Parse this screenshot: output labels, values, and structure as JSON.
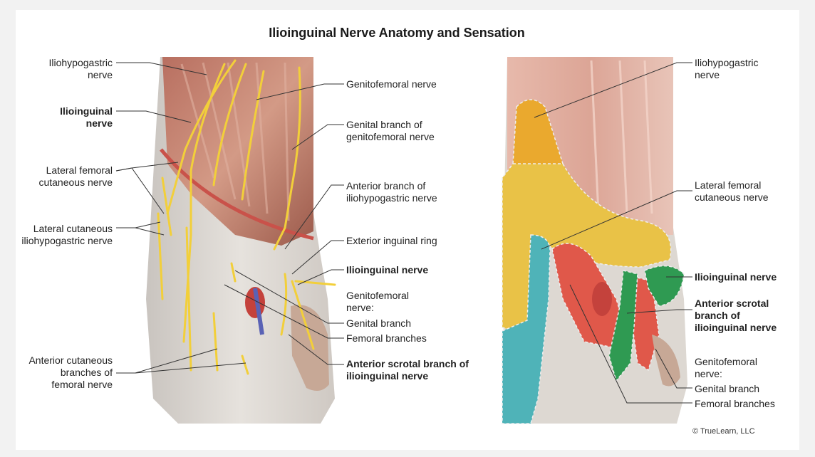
{
  "title": "Ilioinguinal Nerve Anatomy and Sensation",
  "left_labels": {
    "iliohypogastric": "Iliohypogastric\nnerve",
    "ilioinguinal": "Ilioinguinal\nnerve",
    "lateral_femoral": "Lateral femoral\ncutaneous nerve",
    "lateral_cutaneous_ih": "Lateral cutaneous\niliohypogastric nerve",
    "anterior_cutaneous": "Anterior cutaneous\nbranches of\nfemoral nerve"
  },
  "middle_labels": {
    "genitofemoral": "Genitofemoral nerve",
    "genital_branch_gf": "Genital branch of\ngenitofemoral nerve",
    "anterior_branch_ih": "Anterior branch of\niliohypogastric nerve",
    "exterior_ring": "Exterior inguinal ring",
    "ilioinguinal": "Ilioinguinal nerve",
    "genitofemoral_header": "Genitofemoral\nnerve:",
    "genital_branch": "Genital branch",
    "femoral_branches": "Femoral branches",
    "anterior_scrotal": "Anterior scrotal branch of\nilioinguinal nerve"
  },
  "right_labels": {
    "iliohypogastric": "Iliohypogastric\nnerve",
    "lateral_femoral": "Lateral femoral\ncutaneous nerve",
    "ilioinguinal": "Ilioinguinal nerve",
    "anterior_scrotal": "Anterior scrotal\nbranch of\nilioinguinal nerve",
    "genitofemoral_header": "Genitofemoral\nnerve:",
    "genital_branch": "Genital branch",
    "femoral_branches": "Femoral branches"
  },
  "copyright": "© TrueLearn, LLC",
  "colors": {
    "nerve": "#f2cf3a",
    "iliohypogastric_zone": "#eaa92e",
    "lateral_femoral_zone": "#e9c247",
    "lateral_femoral_lower_zone": "#4fb3b8",
    "genitofemoral_zone": "#e0584a",
    "ilioinguinal_zone": "#2f9a52",
    "muscle": "#c98074",
    "skin": "#d9d4ce"
  }
}
